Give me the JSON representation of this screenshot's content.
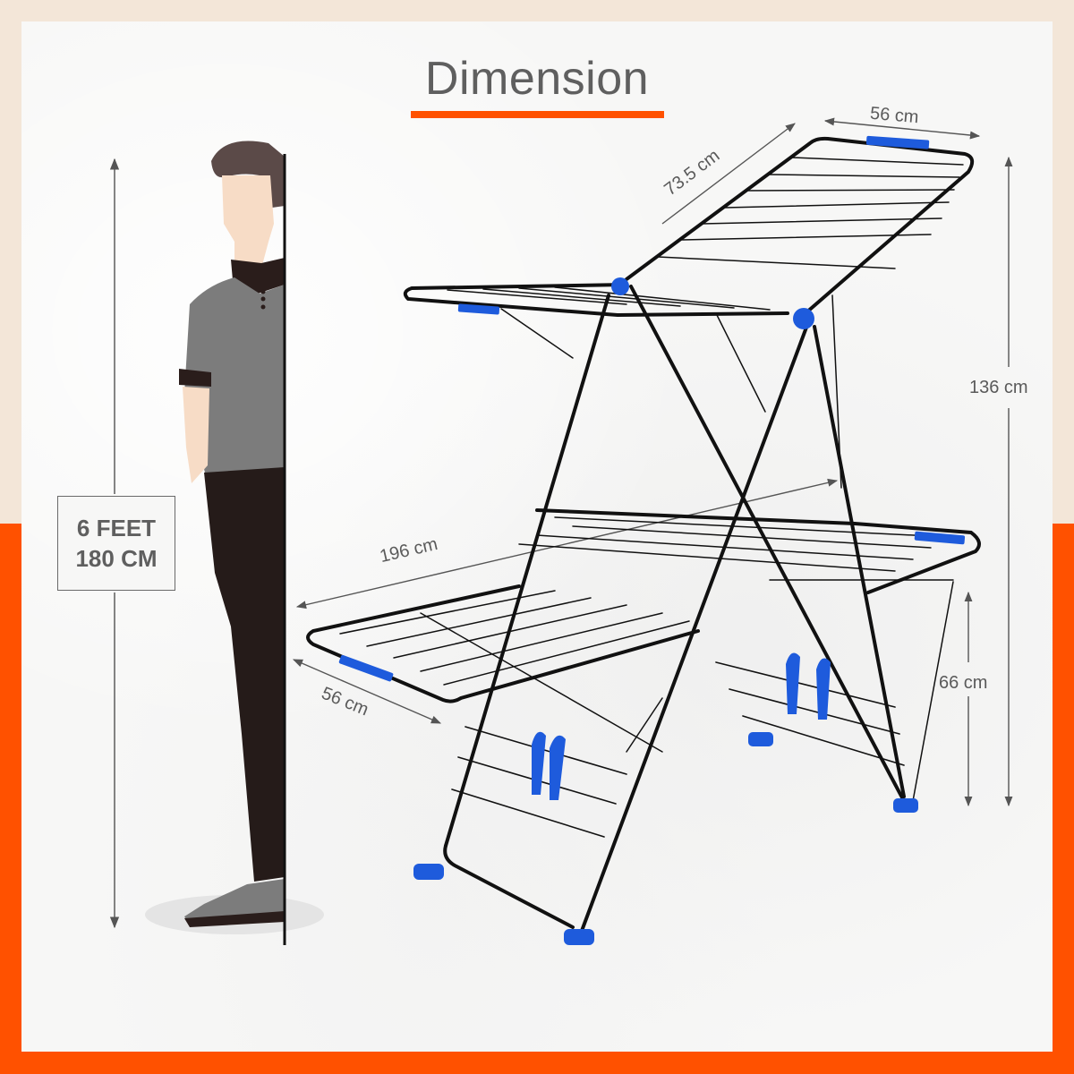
{
  "title": "Dimension",
  "colors": {
    "accent": "#ff5100",
    "frame_beige": "#f3e6d8",
    "panel": "#f7f7f6",
    "text": "#5f5f5f",
    "rack_frame": "#111111",
    "rack_plastic": "#1e5bdc"
  },
  "person_height": {
    "line1": "6 FEET",
    "line2": "180 CM"
  },
  "dimensions": {
    "top_width": "56 cm",
    "top_wing_length": "73.5 cm",
    "total_height": "136 cm",
    "total_length": "196 cm",
    "lower_shelf_height": "66 cm",
    "bottom_wing_width": "56 cm"
  }
}
